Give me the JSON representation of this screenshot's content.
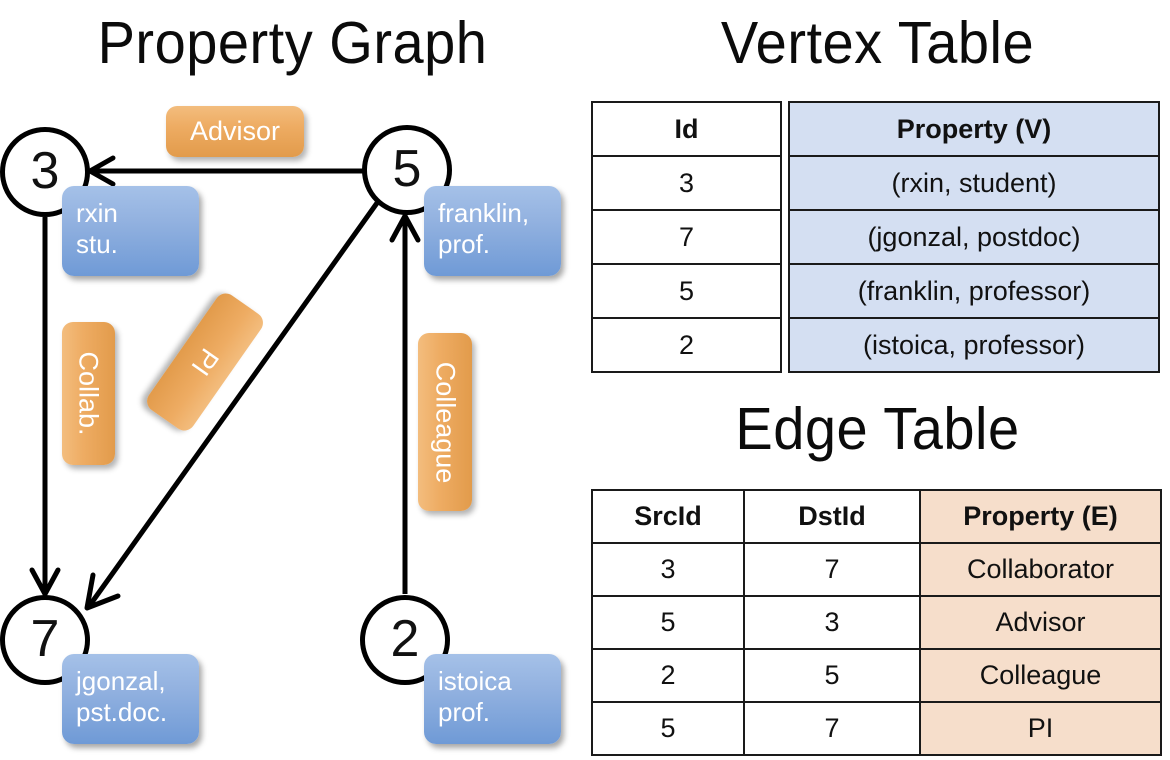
{
  "titles": {
    "property_graph": "Property Graph",
    "vertex_table": "Vertex Table",
    "edge_table": "Edge Table"
  },
  "graph": {
    "nodes": [
      {
        "id": "3",
        "property_lines": [
          "rxin",
          "stu."
        ]
      },
      {
        "id": "5",
        "property_lines": [
          "franklin,",
          "prof."
        ]
      },
      {
        "id": "7",
        "property_lines": [
          "jgonzal,",
          "pst.doc."
        ]
      },
      {
        "id": "2",
        "property_lines": [
          "istoica",
          "prof."
        ]
      }
    ],
    "edge_labels": [
      {
        "label": "Advisor",
        "from": "5",
        "to": "3"
      },
      {
        "label": "Collab.",
        "from": "3",
        "to": "7"
      },
      {
        "label": "PI",
        "from": "5",
        "to": "7"
      },
      {
        "label": "Colleague",
        "from": "2",
        "to": "5"
      }
    ]
  },
  "vertex_table": {
    "headers": [
      "Id",
      "Property (V)"
    ],
    "rows": [
      {
        "id": "3",
        "property": "(rxin, student)"
      },
      {
        "id": "7",
        "property": "(jgonzal, postdoc)"
      },
      {
        "id": "5",
        "property": "(franklin, professor)"
      },
      {
        "id": "2",
        "property": "(istoica, professor)"
      }
    ]
  },
  "edge_table": {
    "headers": [
      "SrcId",
      "DstId",
      "Property (E)"
    ],
    "rows": [
      {
        "src": "3",
        "dst": "7",
        "property": "Collaborator"
      },
      {
        "src": "5",
        "dst": "3",
        "property": "Advisor"
      },
      {
        "src": "2",
        "dst": "5",
        "property": "Colleague"
      },
      {
        "src": "5",
        "dst": "7",
        "property": "PI"
      }
    ]
  },
  "colors": {
    "vertex_property_bg": "#d4dff2",
    "edge_property_bg": "#f6decb",
    "node_box_blue": "#93b2e0",
    "edge_label_orange": "#eeac63",
    "stroke": "#000000"
  }
}
